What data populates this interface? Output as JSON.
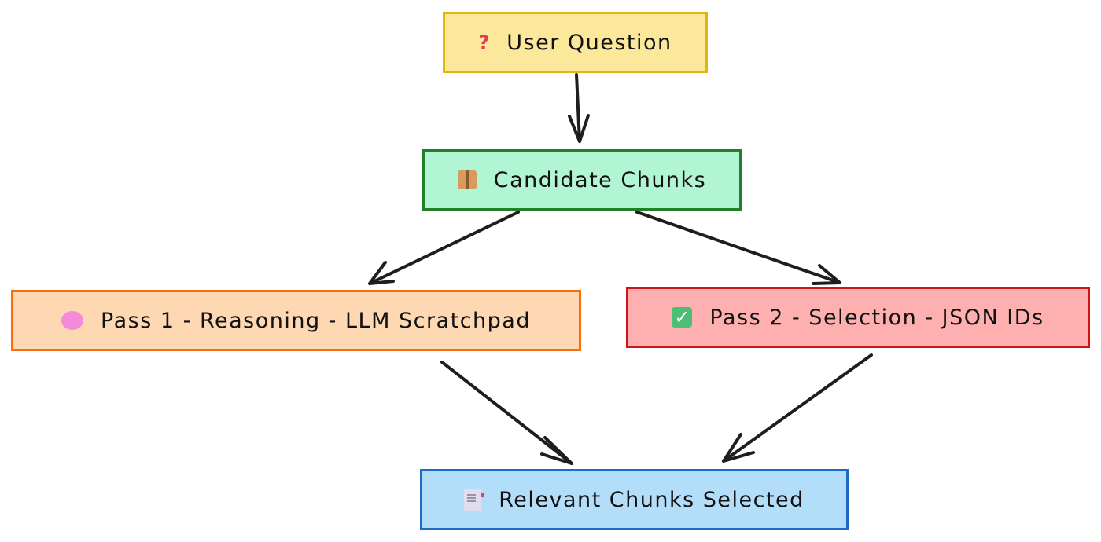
{
  "diagram": {
    "nodes": {
      "question": {
        "label": "User Question",
        "icon": "question-mark-icon",
        "fill": "#fbe89a",
        "stroke": "#e4b50a"
      },
      "candidates": {
        "label": "Candidate Chunks",
        "icon": "package-icon",
        "fill": "#b2f5d5",
        "stroke": "#22802a"
      },
      "pass1": {
        "label": "Pass 1 - Reasoning - LLM Scratchpad",
        "icon": "brain-icon",
        "fill": "#fdd8b2",
        "stroke": "#f96e0c"
      },
      "pass2": {
        "label": "Pass 2 - Selection - JSON IDs",
        "icon": "check-mark-icon",
        "fill": "#feb0b0",
        "stroke": "#d01515"
      },
      "relevant": {
        "label": "Relevant Chunks Selected",
        "icon": "document-icon",
        "fill": "#b3def9",
        "stroke": "#1a6cc8"
      }
    },
    "edges": [
      {
        "from": "question",
        "to": "candidates"
      },
      {
        "from": "candidates",
        "to": "pass1"
      },
      {
        "from": "candidates",
        "to": "pass2"
      },
      {
        "from": "pass1",
        "to": "relevant"
      },
      {
        "from": "pass2",
        "to": "relevant"
      }
    ],
    "icons": {
      "question": "?",
      "check": "✓"
    }
  }
}
